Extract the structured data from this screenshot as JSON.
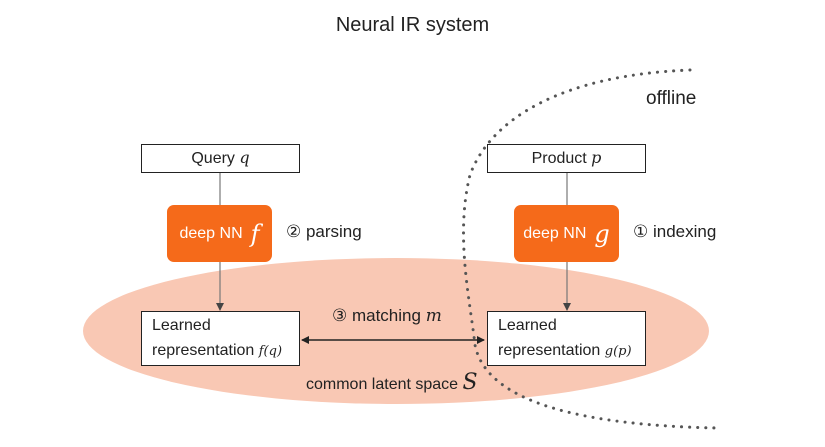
{
  "title": "Neural IR system",
  "offline_label": "offline",
  "query_box": {
    "label": "Query",
    "var": "q"
  },
  "product_box": {
    "label": "Product",
    "var": "p"
  },
  "deep_nn_left": {
    "label": "deep NN",
    "var": "f"
  },
  "deep_nn_right": {
    "label": "deep NN",
    "var": "g"
  },
  "step_parsing": "② parsing",
  "step_indexing": "① indexing",
  "step_matching": {
    "label": "③ matching",
    "var": "m"
  },
  "rep_left": {
    "line1": "Learned",
    "line2": "representation",
    "math": "f(q)"
  },
  "rep_right": {
    "line1": "Learned",
    "line2": "representation",
    "math": "g(p)"
  },
  "latent_space": {
    "label": "common latent space",
    "var": "S"
  },
  "colors": {
    "accent": "#f56a1a",
    "latent_fill": "#f9c8b4",
    "text": "#222222"
  }
}
